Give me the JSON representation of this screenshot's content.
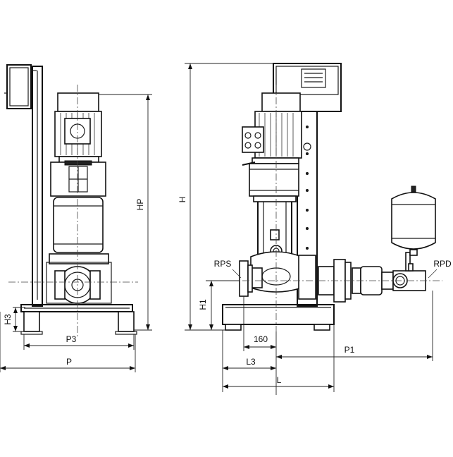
{
  "diagram": {
    "labels": {
      "p3": "P3",
      "p": "P",
      "h3": "H3",
      "hp": "HP",
      "h": "H",
      "h1": "H1",
      "d160": "160",
      "l3": "L3",
      "l": "L",
      "p1": "P1",
      "rps": "RPS",
      "rpd": "RPD"
    }
  }
}
